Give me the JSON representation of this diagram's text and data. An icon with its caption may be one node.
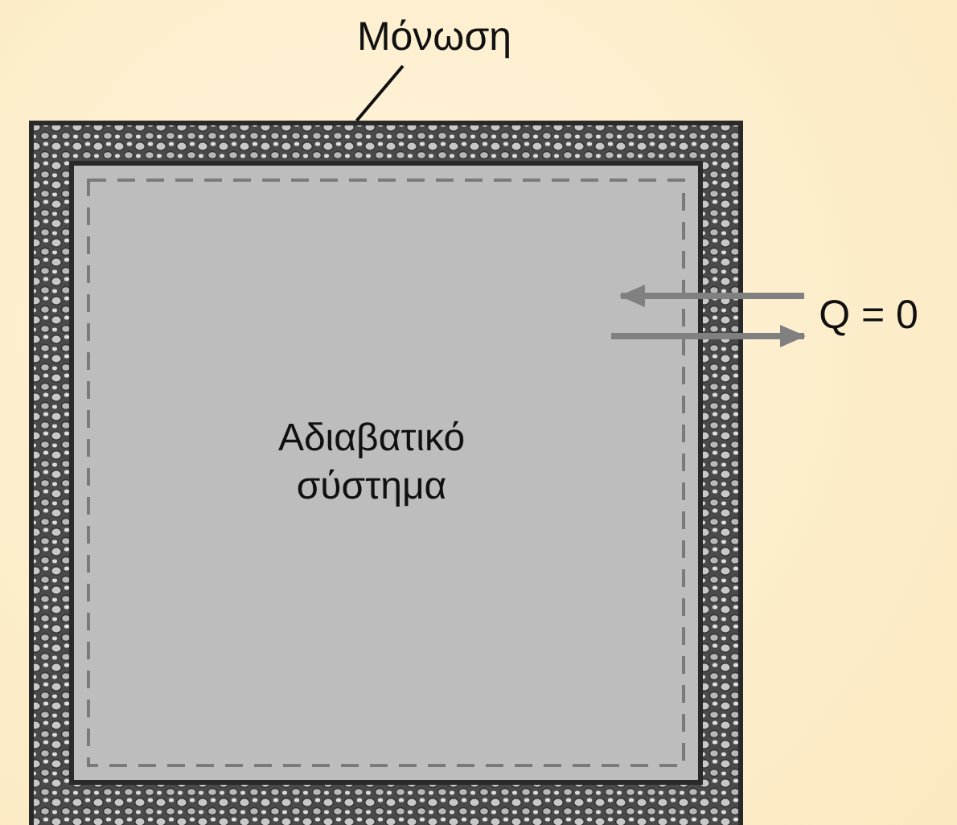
{
  "diagram": {
    "nodes": [
      {
        "text": [
          "Μόνωση"
        ]
      },
      {
        "text": [],
        "shape": "box"
      },
      {
        "text": [
          "Αδιαβατικό σύστημα"
        ],
        "in": 1
      },
      {
        "text": [
          "Q = 0"
        ]
      }
    ],
    "edges": [
      {
        "from": 0,
        "to": 1,
        "arrow": "none",
        "color": "#111111"
      },
      {
        "from": 3,
        "to": 2,
        "arrow": "to"
      },
      {
        "from": 2,
        "to": 3,
        "arrow": "to"
      }
    ]
  }
}
